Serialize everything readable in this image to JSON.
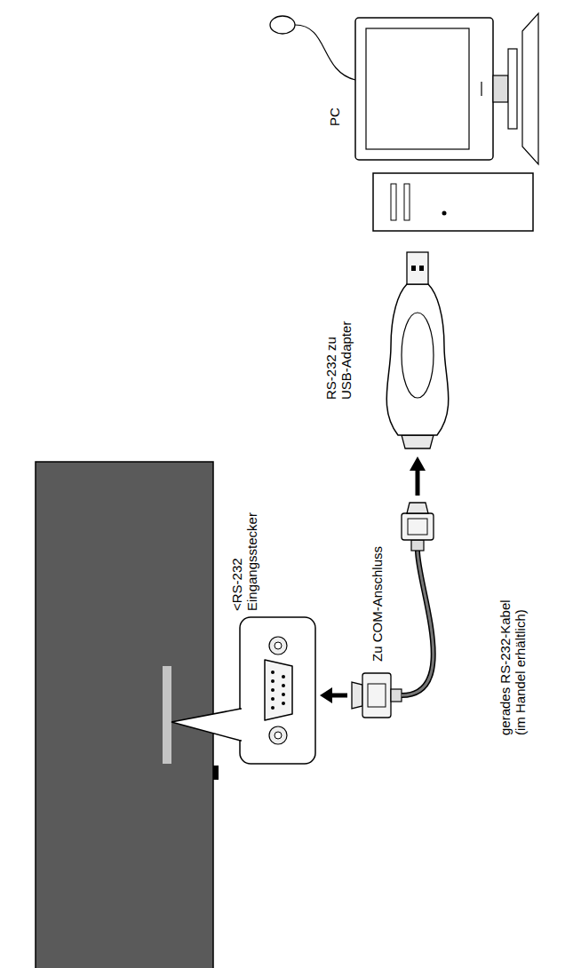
{
  "diagram": {
    "labels": [
      "<RS-232 Eingangsstecker",
      "Zu COM-Anschluss",
      "RS-232 zu USB-Adapter",
      "gerades RS-232-Kabel (im Handel erhältlich)",
      "PC"
    ]
  }
}
